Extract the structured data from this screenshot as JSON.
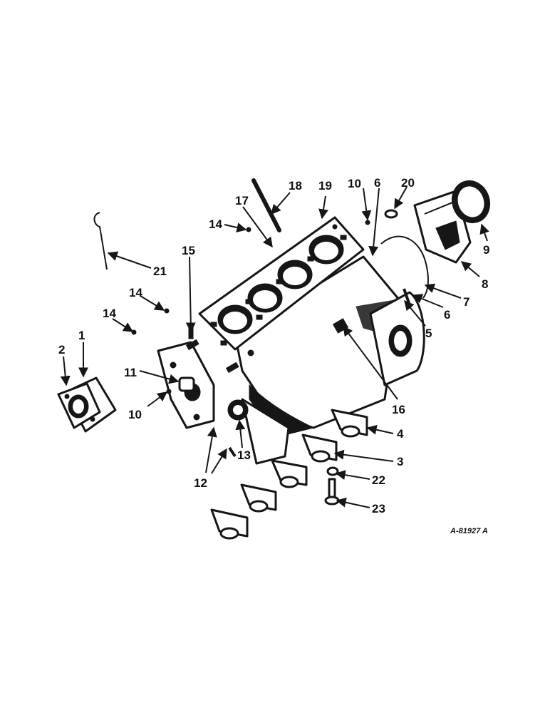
{
  "figure_code": "A-81927 A",
  "callouts": {
    "c1": "1",
    "c2": "2",
    "c3": "3",
    "c4": "4",
    "c5": "5",
    "c6a": "6",
    "c6b": "6",
    "c7": "7",
    "c8": "8",
    "c9": "9",
    "c10a": "10",
    "c10b": "10",
    "c11": "11",
    "c12": "12",
    "c13": "13",
    "c14a": "14",
    "c14b": "14",
    "c14c": "14",
    "c15": "15",
    "c16": "16",
    "c17": "17",
    "c18": "18",
    "c19": "19",
    "c20": "20",
    "c21": "21",
    "c22": "22",
    "c23": "23"
  }
}
